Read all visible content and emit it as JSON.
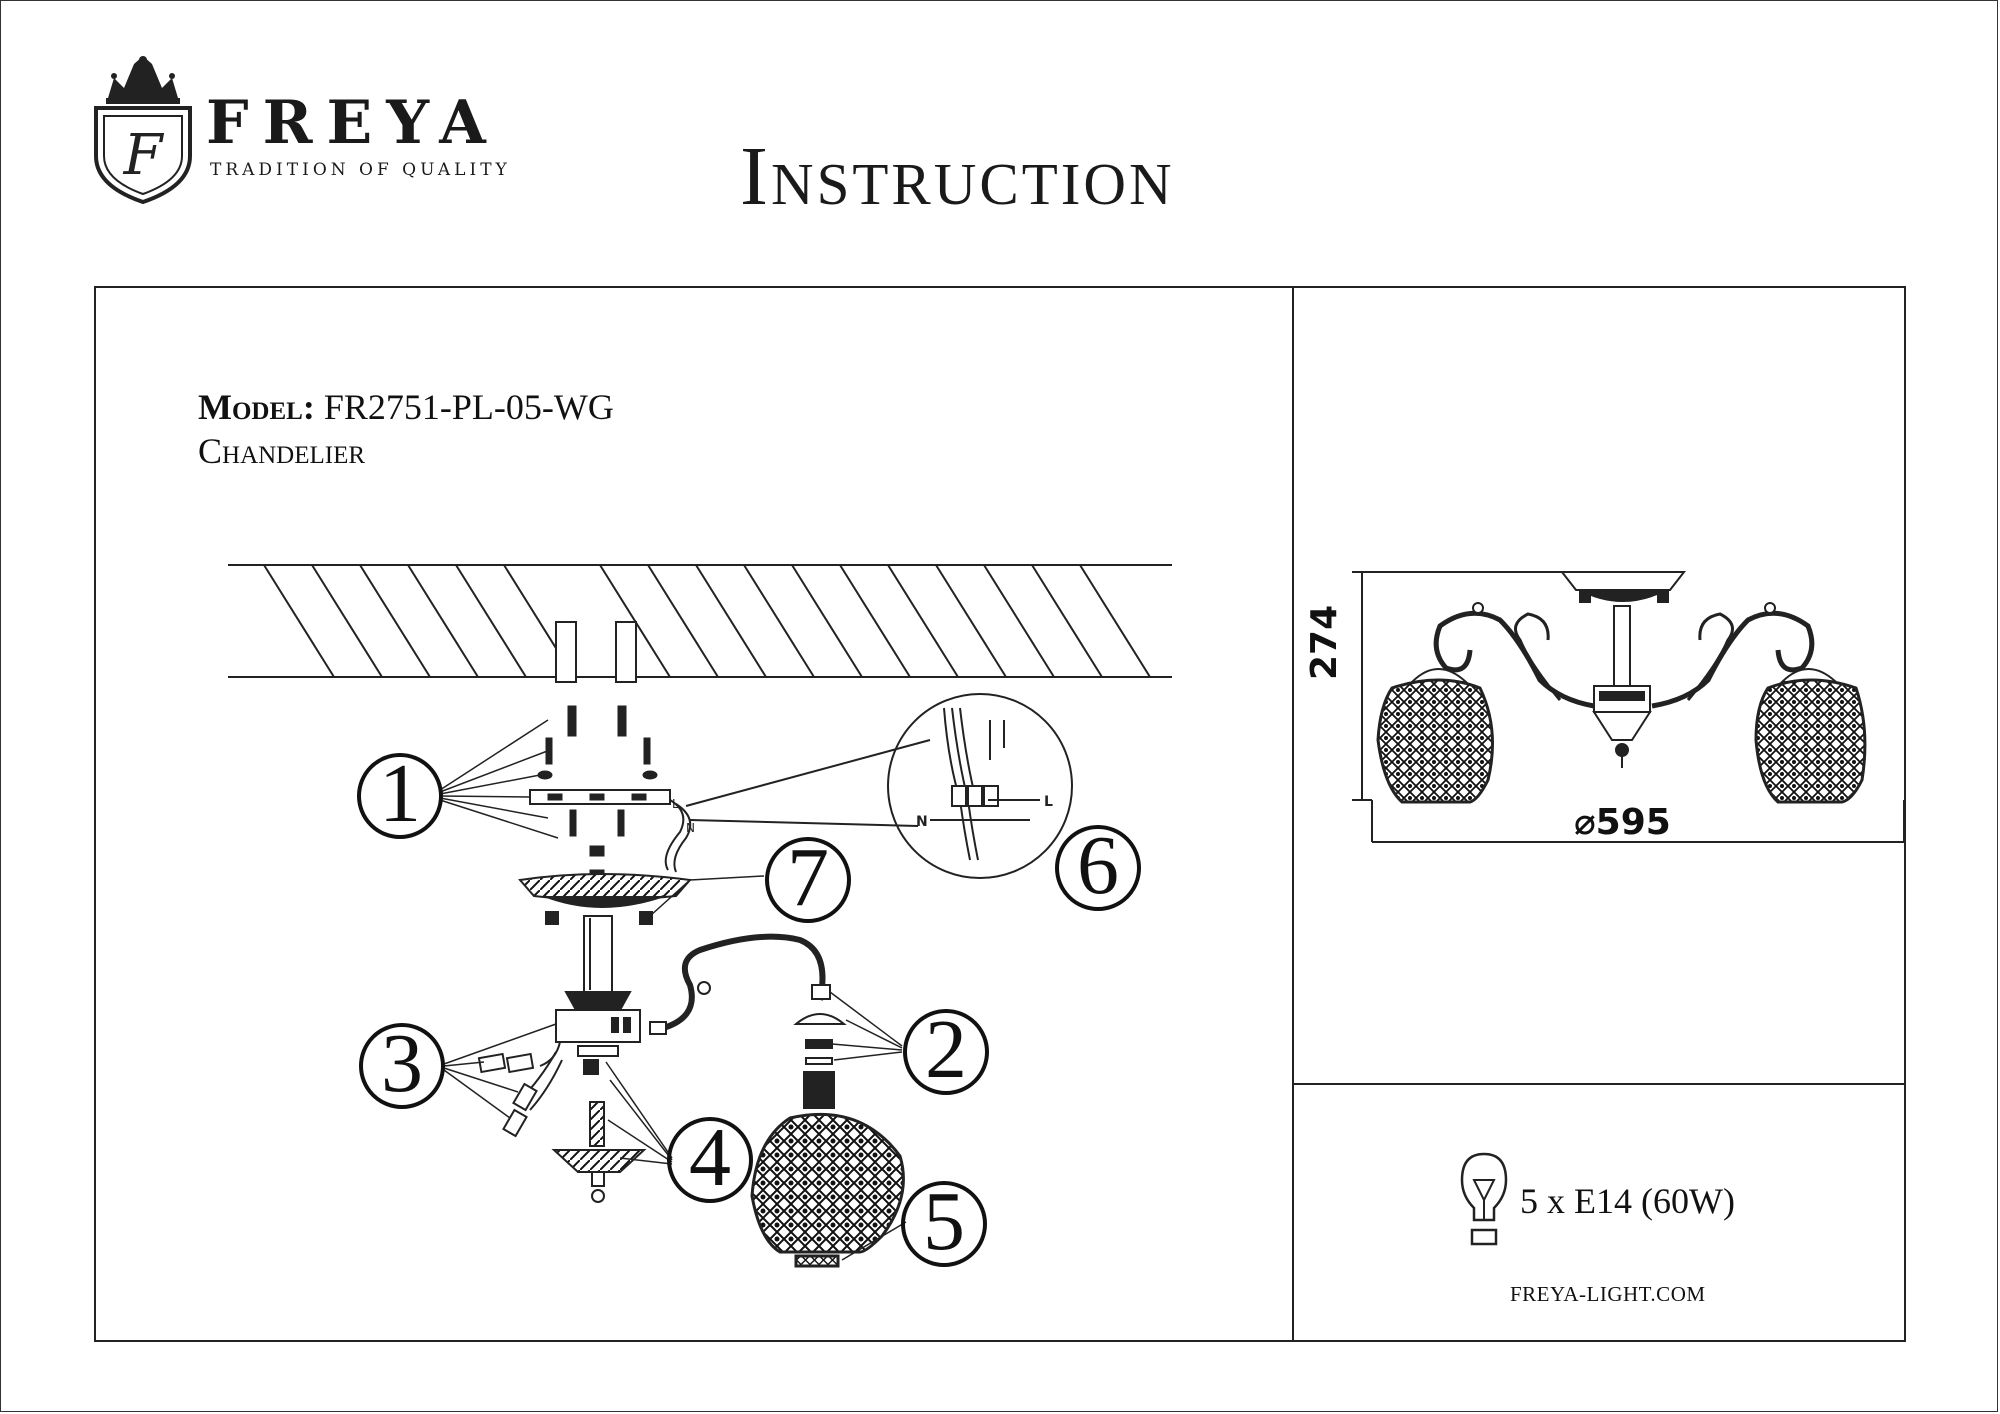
{
  "brand": {
    "name": "FREYA",
    "tagline": "TRADITION OF QUALITY",
    "monogram": "F"
  },
  "document": {
    "title": "Instruction"
  },
  "product": {
    "model_label": "Model:",
    "model_number": "FR2751-PL-05-WG",
    "type": "Chandelier"
  },
  "assembly": {
    "callouts": [
      "1",
      "2",
      "3",
      "4",
      "5",
      "6",
      "7"
    ],
    "wiring_labels": [
      "L",
      "N",
      "L",
      "N"
    ]
  },
  "dimensions": {
    "height": "274",
    "diameter": "⌀595"
  },
  "bulb": {
    "spec": "5 x E14 (60W)",
    "icon": "light-bulb-icon"
  },
  "footer": {
    "website": "FREYA-LIGHT.COM"
  }
}
